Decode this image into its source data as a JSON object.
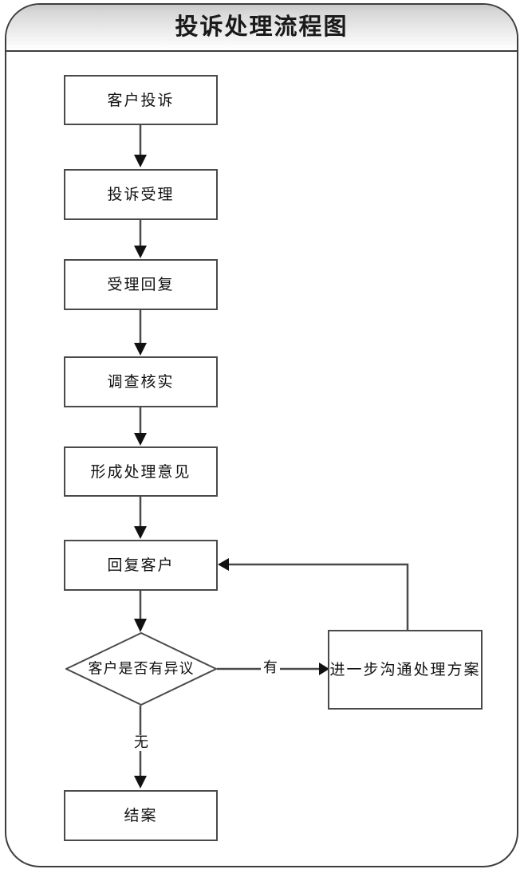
{
  "panel": {
    "title": "投诉处理流程图"
  },
  "flow": {
    "type": "flowchart",
    "orientation": "top-to-bottom",
    "nodes": [
      {
        "id": "n1",
        "shape": "rect",
        "label": "客户投诉"
      },
      {
        "id": "n2",
        "shape": "rect",
        "label": "投诉受理"
      },
      {
        "id": "n3",
        "shape": "rect",
        "label": "受理回复"
      },
      {
        "id": "n4",
        "shape": "rect",
        "label": "调查核实"
      },
      {
        "id": "n5",
        "shape": "rect",
        "label": "形成处理意见"
      },
      {
        "id": "n6",
        "shape": "rect",
        "label": "回复客户"
      },
      {
        "id": "d1",
        "shape": "diamond",
        "label": "客户是否有异议"
      },
      {
        "id": "n7",
        "shape": "rect",
        "label": "进一步沟通处理方案"
      },
      {
        "id": "n8",
        "shape": "rect",
        "label": "结案"
      }
    ],
    "edges": [
      {
        "from": "n1",
        "to": "n2",
        "label": ""
      },
      {
        "from": "n2",
        "to": "n3",
        "label": ""
      },
      {
        "from": "n3",
        "to": "n4",
        "label": ""
      },
      {
        "from": "n4",
        "to": "n5",
        "label": ""
      },
      {
        "from": "n5",
        "to": "n6",
        "label": ""
      },
      {
        "from": "n6",
        "to": "d1",
        "label": ""
      },
      {
        "from": "d1",
        "to": "n7",
        "label": "有"
      },
      {
        "from": "d1",
        "to": "n8",
        "label": "无"
      },
      {
        "from": "n7",
        "to": "n6",
        "label": ""
      }
    ]
  },
  "colors": {
    "node_border": "#4a4a4a",
    "node_fill": "#ffffff",
    "panel_border": "#3d3d3d",
    "text": "#111111",
    "arrow": "#111111"
  }
}
